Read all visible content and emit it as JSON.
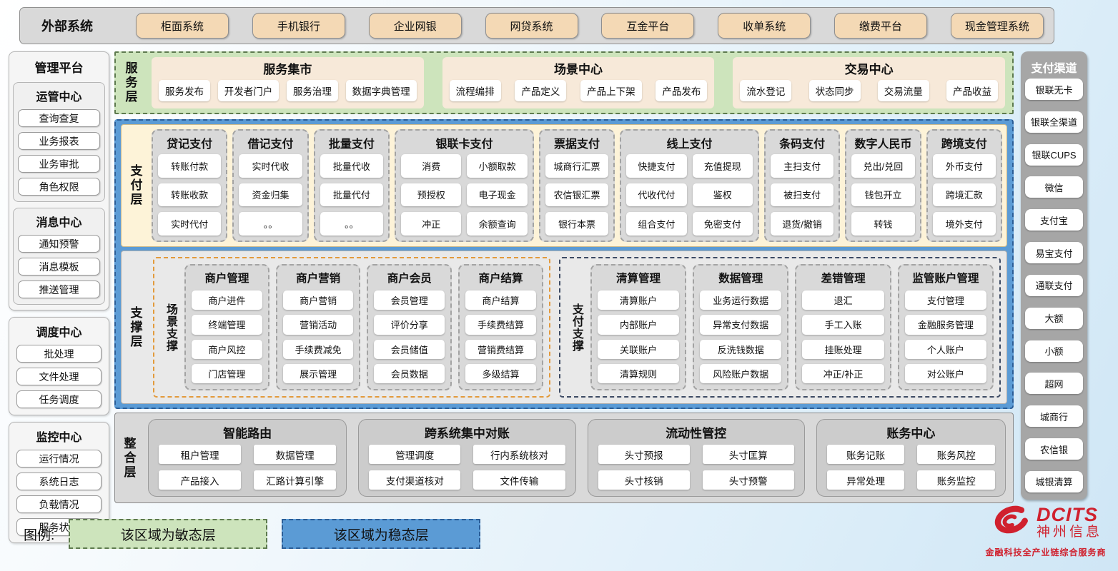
{
  "external": {
    "label": "外部系统",
    "items": [
      "柜面系统",
      "手机银行",
      "企业网银",
      "网贷系统",
      "互金平台",
      "收单系统",
      "缴费平台",
      "现金管理系统"
    ]
  },
  "management": {
    "title": "管理平台",
    "sections": [
      {
        "title": "运管中心",
        "items": [
          "查询查复",
          "业务报表",
          "业务审批",
          "角色权限"
        ]
      },
      {
        "title": "消息中心",
        "items": [
          "通知预警",
          "消息模板",
          "推送管理"
        ]
      },
      {
        "title": "调度中心",
        "items": [
          "批处理",
          "文件处理",
          "任务调度"
        ]
      },
      {
        "title": "监控中心",
        "items": [
          "运行情况",
          "系统日志",
          "负载情况",
          "服务状态"
        ]
      }
    ]
  },
  "service_layer": {
    "label": "服务层",
    "groups": [
      {
        "title": "服务集市",
        "items": [
          "服务发布",
          "开发者门户",
          "服务治理",
          "数据字典管理"
        ]
      },
      {
        "title": "场景中心",
        "items": [
          "流程编排",
          "产品定义",
          "产品上下架",
          "产品发布"
        ]
      },
      {
        "title": "交易中心",
        "items": [
          "流水登记",
          "状态同步",
          "交易流量",
          "产品收益"
        ]
      }
    ]
  },
  "payment_layer": {
    "label": "支付层",
    "columns": [
      {
        "title": "贷记支付",
        "cols": 1,
        "items": [
          "转账付款",
          "转账收款",
          "实时代付"
        ]
      },
      {
        "title": "借记支付",
        "cols": 1,
        "items": [
          "实时代收",
          "资金归集",
          "。。"
        ]
      },
      {
        "title": "批量支付",
        "cols": 1,
        "items": [
          "批量代收",
          "批量代付",
          "。。"
        ]
      },
      {
        "title": "银联卡支付",
        "cols": 2,
        "items": [
          "消费",
          "小额取款",
          "预授权",
          "电子现金",
          "冲正",
          "余额查询"
        ]
      },
      {
        "title": "票据支付",
        "cols": 1,
        "items": [
          "城商行汇票",
          "农信银汇票",
          "银行本票"
        ]
      },
      {
        "title": "线上支付",
        "cols": 2,
        "items": [
          "快捷支付",
          "充值提现",
          "代收代付",
          "鉴权",
          "组合支付",
          "免密支付"
        ]
      },
      {
        "title": "条码支付",
        "cols": 1,
        "items": [
          "主扫支付",
          "被扫支付",
          "退货/撤销"
        ]
      },
      {
        "title": "数字人民币",
        "cols": 1,
        "items": [
          "兑出/兑回",
          "钱包开立",
          "转钱"
        ]
      },
      {
        "title": "跨境支付",
        "cols": 1,
        "items": [
          "外币支付",
          "跨境汇款",
          "境外支付"
        ]
      }
    ]
  },
  "support_layer": {
    "label": "支撑层",
    "groups": [
      {
        "label": "场景支撑",
        "theme": "orange",
        "columns": [
          {
            "title": "商户管理",
            "items": [
              "商户进件",
              "终端管理",
              "商户风控",
              "门店管理"
            ]
          },
          {
            "title": "商户营销",
            "items": [
              "商户营销",
              "营销活动",
              "手续费减免",
              "展示管理"
            ]
          },
          {
            "title": "商户会员",
            "items": [
              "会员管理",
              "评价分享",
              "会员储值",
              "会员数据"
            ]
          },
          {
            "title": "商户结算",
            "items": [
              "商户结算",
              "手续费结算",
              "营销费结算",
              "多级结算"
            ]
          }
        ]
      },
      {
        "label": "支付支撑",
        "theme": "navy",
        "columns": [
          {
            "title": "清算管理",
            "items": [
              "清算账户",
              "内部账户",
              "关联账户",
              "清算规则"
            ]
          },
          {
            "title": "数据管理",
            "items": [
              "业务运行数据",
              "异常支付数据",
              "反洗钱数据",
              "风险账户数据"
            ]
          },
          {
            "title": "差错管理",
            "items": [
              "退汇",
              "手工入账",
              "挂账处理",
              "冲正/补正"
            ]
          },
          {
            "title": "监管账户管理",
            "items": [
              "支付管理",
              "金融服务管理",
              "个人账户",
              "对公账户"
            ]
          }
        ]
      }
    ]
  },
  "integration_layer": {
    "label": "整合层",
    "groups": [
      {
        "title": "智能路由",
        "items": [
          "租户管理",
          "数据管理",
          "产品接入",
          "汇路计算引擎"
        ]
      },
      {
        "title": "跨系统集中对账",
        "items": [
          "管理调度",
          "行内系统核对",
          "支付渠道核对",
          "文件传输"
        ]
      },
      {
        "title": "流动性管控",
        "items": [
          "头寸预报",
          "头寸匡算",
          "头寸核销",
          "头寸预警"
        ]
      },
      {
        "title": "账务中心",
        "items": [
          "账务记账",
          "账务风控",
          "异常处理",
          "账务监控"
        ]
      }
    ]
  },
  "channels": {
    "title": "支付渠道",
    "items": [
      "银联无卡",
      "银联全渠道",
      "银联CUPS",
      "微信",
      "支付宝",
      "易宝支付",
      "通联支付",
      "大额",
      "小额",
      "超网",
      "城商行",
      "农信银",
      "城银清算"
    ]
  },
  "legend": {
    "label": "图例:",
    "agile": "该区域为敏态层",
    "stable": "该区域为稳态层"
  },
  "logo": {
    "name": "DCITS",
    "cn": "神州信息",
    "tagline": "金融科技全产业链综合服务商"
  },
  "colors": {
    "green": "#cde4bc",
    "blue": "#5b9bd5",
    "tan": "#f4d9b5",
    "gray": "#d9d9d9",
    "red": "#d0212e"
  }
}
